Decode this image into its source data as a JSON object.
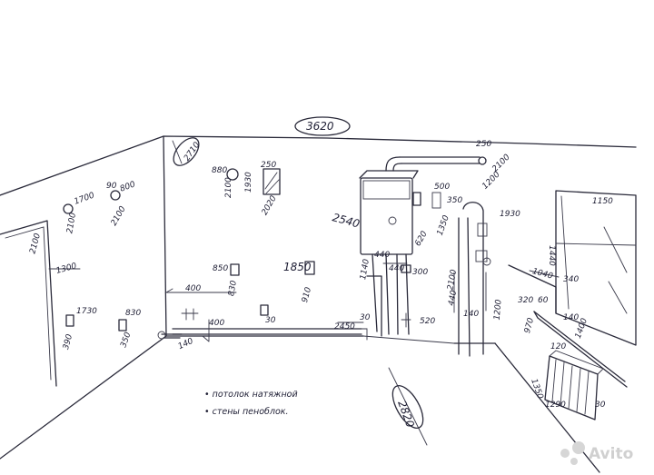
{
  "diagram": {
    "room_width": "3620",
    "ceiling_height": "2710",
    "dimensions": {
      "d880": "880",
      "d250a": "250",
      "d1930a": "1930",
      "d2100a": "2100",
      "d2020": "2020",
      "d1700": "1700",
      "d2100b": "2100",
      "d90": "90",
      "d800": "800",
      "d2100c": "2100",
      "d2100d": "2100",
      "d1300": "1300",
      "d1730": "1730",
      "d390": "390",
      "d830": "830",
      "d350": "350",
      "d400a": "400",
      "d850": "850",
      "d830b": "830",
      "d400b": "400",
      "d140": "140",
      "d30": "30",
      "d1850": "1850",
      "d910": "910",
      "d2450": "2450",
      "d30b": "30",
      "d250b": "250",
      "d2100e": "2100",
      "d1200top": "1200",
      "d2540": "2540",
      "d620": "620",
      "d440a": "440",
      "d1140": "1140",
      "d440b": "440",
      "d300": "300",
      "d500": "500",
      "d350b": "350",
      "d1350": "1350",
      "d1930b": "1930",
      "d1200": "1200",
      "d140b": "140",
      "d440c": "440",
      "d520": "520",
      "d2820": "2820",
      "d1150": "1150",
      "d1440": "1440",
      "d1040": "1040",
      "d340": "340",
      "d320": "320",
      "d60": "60",
      "d970": "970",
      "d1400": "1400",
      "d140c": "140",
      "d120": "120",
      "d1350b": "1350",
      "d1290": "1290",
      "d30c": "30",
      "d2100f": "2100"
    },
    "notes": [
      "• потолок натяжной",
      "• стены пеноблок."
    ]
  },
  "watermark": {
    "text": "Avito"
  }
}
